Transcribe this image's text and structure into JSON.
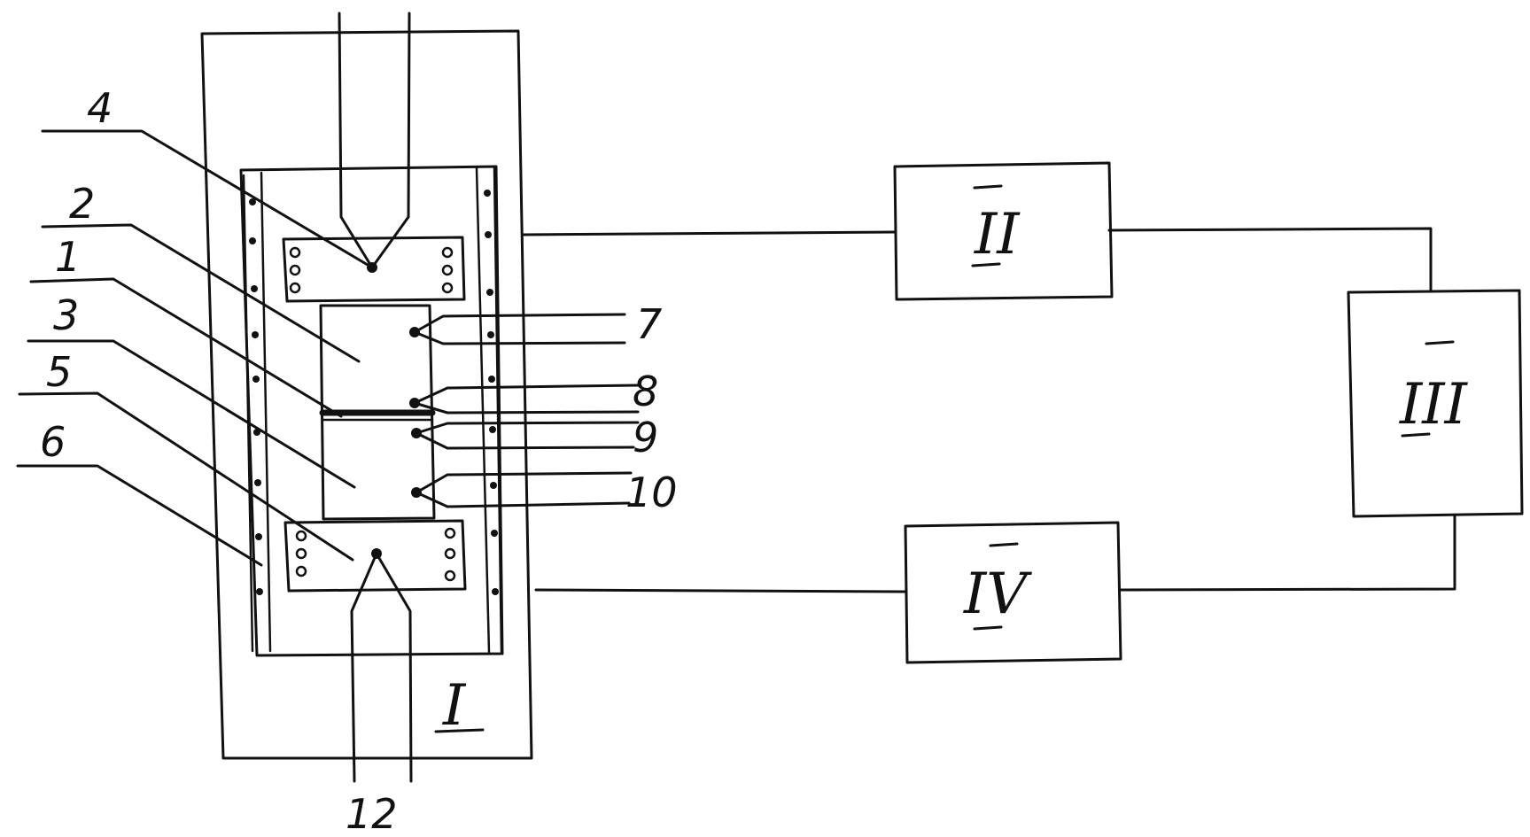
{
  "callouts": [
    "4",
    "2",
    "1",
    "3",
    "5",
    "6",
    "7",
    "8",
    "9",
    "10",
    "12"
  ],
  "blocks": {
    "I": "I",
    "II": "II",
    "III": "III",
    "IV": "IV"
  }
}
